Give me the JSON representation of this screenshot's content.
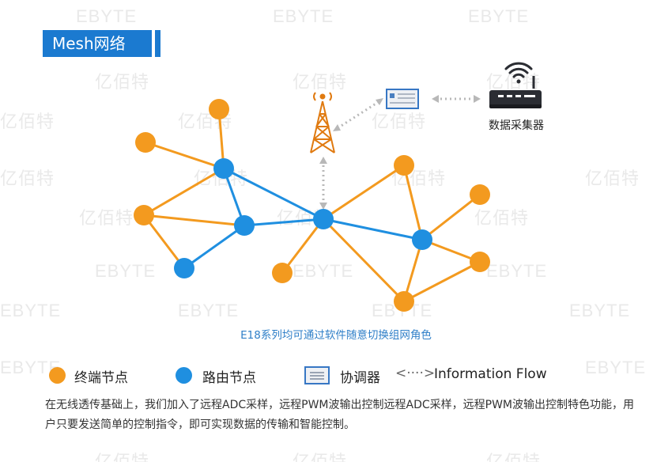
{
  "watermarks": {
    "ebyte": "EBYTE",
    "yibaite": "亿佰特"
  },
  "title": "Mesh网络",
  "collector_label": "数据采集器",
  "caption": "E18系列均可通过软件随意切换组网角色",
  "legend": {
    "end_node": "终端节点",
    "router_node": "路由节点",
    "coordinator": "协调器",
    "flow_arrow": "<····>",
    "flow_label": "Information Flow"
  },
  "description": "在无线透传基础上，我们加入了远程ADC采样，远程PWM波输出控制远程ADC采样，远程PWM波输出控制特色功能，用户只要发送简单的控制指令，即可实现数据的传输和智能控制。",
  "colors": {
    "orange": "#f39a1f",
    "blue": "#1f8fe0",
    "title_bg": "#1b7ad0",
    "caption": "#2f7fc8"
  },
  "icons": [
    "tower-icon",
    "coordinator-module-icon",
    "router-device-icon",
    "wifi-signal-icon"
  ]
}
